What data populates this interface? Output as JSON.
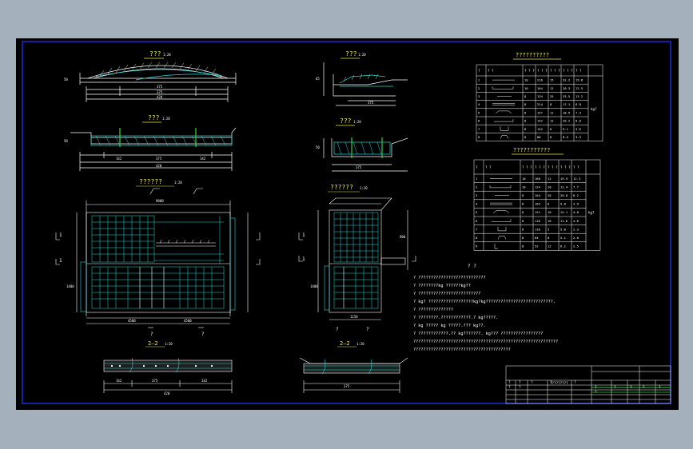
{
  "colors": {
    "background": "#a5b0bd",
    "canvas": "#000000",
    "border": "#1c2bd8",
    "line": "#ffffff",
    "rebar": "#29d6d6",
    "accent_yellow": "#e8e84a",
    "accent_green": "#2ed13f",
    "accent_red": "#e8342c"
  },
  "views": {
    "top_left_elevation": {
      "title": "???",
      "scale": "1:20"
    },
    "mid_left_section": {
      "title": "???",
      "scale": "1:20"
    },
    "plan_left": {
      "title": "??????",
      "scale": "1:20"
    },
    "section_left": {
      "title": "2—2",
      "scale": "1:20"
    },
    "top_right_elevation": {
      "title": "???",
      "scale": "1:20"
    },
    "mid_right_section": {
      "title": "???",
      "scale": "1:20"
    },
    "plan_right": {
      "title": "??????",
      "scale": "1:20"
    },
    "section_right": {
      "title": "2—2",
      "scale": "1:20"
    }
  },
  "cut_marks": {
    "left": [
      "1",
      "1",
      "?",
      "?"
    ],
    "right": [
      "1",
      "1",
      "?",
      "?"
    ]
  },
  "table1": {
    "title": "??????????",
    "headers": [
      "?",
      "?   ?",
      "? ? ?",
      "? ? ?",
      "? ? ?",
      "? ? ?",
      "? ?"
    ],
    "rows": [
      [
        "1",
        "",
        "10",
        "216",
        "15",
        "32.2",
        "19.8"
      ],
      [
        "2",
        "",
        "10",
        "164",
        "12",
        "20.3",
        "12.5"
      ],
      [
        "3",
        "",
        "8",
        "134",
        "25",
        "33.5",
        "13.2"
      ],
      [
        "4",
        "",
        "8",
        "214",
        "8",
        "17.1",
        "6.8"
      ],
      [
        "5",
        "",
        "8",
        "157",
        "12",
        "18.9",
        "7.4"
      ],
      [
        "6",
        "",
        "8",
        "152",
        "12",
        "20.2",
        "8.0"
      ],
      [
        "7",
        "",
        "8",
        "152",
        "6",
        "9.1",
        "3.6"
      ],
      [
        "8",
        "",
        "8",
        "88",
        "8",
        "8.5",
        "3.3"
      ]
    ],
    "note": "kg?"
  },
  "table2": {
    "title": "???????????",
    "headers": [
      "?",
      "?   ?",
      "? ? ?",
      "? ? ?",
      "? ? ?",
      "? ? ?",
      "? ?"
    ],
    "rows": [
      [
        "1",
        "",
        "10",
        "166",
        "12",
        "19.9",
        "12.3"
      ],
      [
        "2",
        "",
        "10",
        "124",
        "10",
        "12.4",
        "7.7"
      ],
      [
        "3",
        "",
        "8",
        "104",
        "20",
        "20.8",
        "8.2"
      ],
      [
        "4",
        "",
        "8",
        "164",
        "6",
        "9.8",
        "3.9"
      ],
      [
        "5",
        "",
        "8",
        "121",
        "10",
        "12.1",
        "4.8"
      ],
      [
        "6",
        "",
        "8",
        "116",
        "10",
        "11.6",
        "4.6"
      ],
      [
        "7",
        "",
        "8",
        "116",
        "5",
        "5.8",
        "2.3"
      ],
      [
        "8",
        "",
        "8",
        "64",
        "8",
        "5.1",
        "2.0"
      ],
      [
        "9",
        "",
        "8",
        "52",
        "12",
        "6.2",
        "2.5"
      ]
    ],
    "note": "kg?"
  },
  "notes": {
    "title": "? ?",
    "lines": [
      "?  ???????????????????????????",
      "?  ????????kg ??????kg??",
      "?  ?????????????????????????",
      "?  kg? ??????????????????kg?kg???????????????????????????.",
      "?  ??????????????",
      "?  ????????.????????????.?       kg?????.",
      "?  kg ????? kg ?????.???  kg??.",
      "?  ????????????.??  kg???????.  kg??? ?????????????????",
      "??????????????????????????????????????????????????????????",
      "???????????????????????????????????????"
    ]
  },
  "title_block": {
    "cells": [
      "?",
      "?",
      "?",
      "?",
      "?",
      "?",
      "?",
      "?????????",
      "?",
      "?",
      "?",
      "?",
      "?",
      "?"
    ]
  }
}
